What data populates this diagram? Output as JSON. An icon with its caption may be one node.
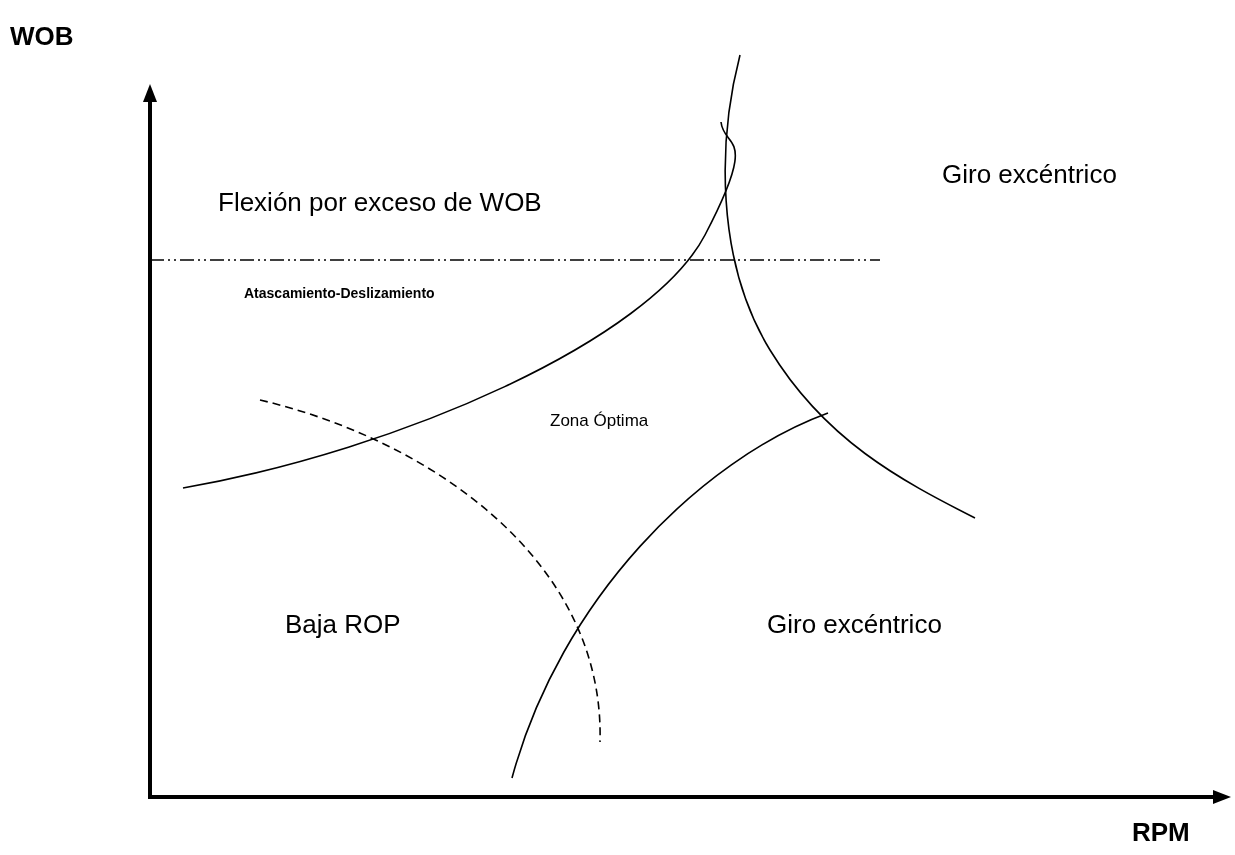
{
  "diagram": {
    "labels": [
      "WOB",
      "Giro excéntrico",
      "Flexión por exceso de WOB",
      "Atascamiento-Deslizamiento",
      "Zona Óptima",
      "Baja ROP",
      "Giro excéntrico",
      "RPM"
    ]
  }
}
